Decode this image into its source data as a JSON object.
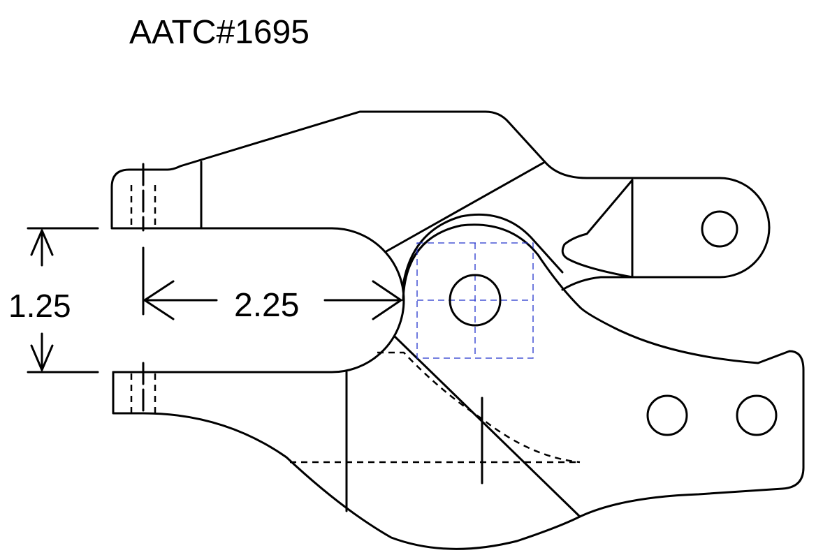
{
  "drawing": {
    "title": "AATC#1695",
    "dimensions": {
      "jaw_gap": "1.25",
      "throat_depth": "2.25"
    },
    "colors": {
      "line": "#000000",
      "hidden_feature": "#2233cc"
    }
  }
}
